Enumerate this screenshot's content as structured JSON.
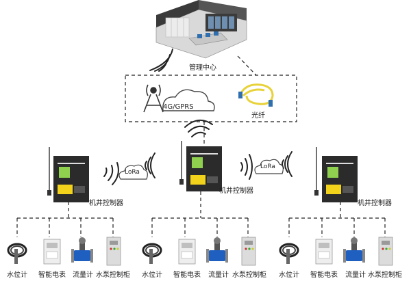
{
  "center": {
    "label": "管理中心"
  },
  "network": {
    "wireless": "4G/GPRS",
    "fiber": "光纤"
  },
  "lora": {
    "label": "LoRa"
  },
  "controllers": [
    {
      "label": "机井控制器"
    },
    {
      "label": "机井控制器"
    },
    {
      "label": "机井控制器"
    }
  ],
  "devices": [
    "水位计",
    "智能电表",
    "流量计",
    "水泵控制柜"
  ],
  "colors": {
    "line": "#222222",
    "cabinet": "#2b2b2b",
    "screen_green": "#8fd14f",
    "panel_yellow": "#f2d21b",
    "meter_blue": "#1f5fbf",
    "fiber_yellow": "#f4e04d"
  }
}
